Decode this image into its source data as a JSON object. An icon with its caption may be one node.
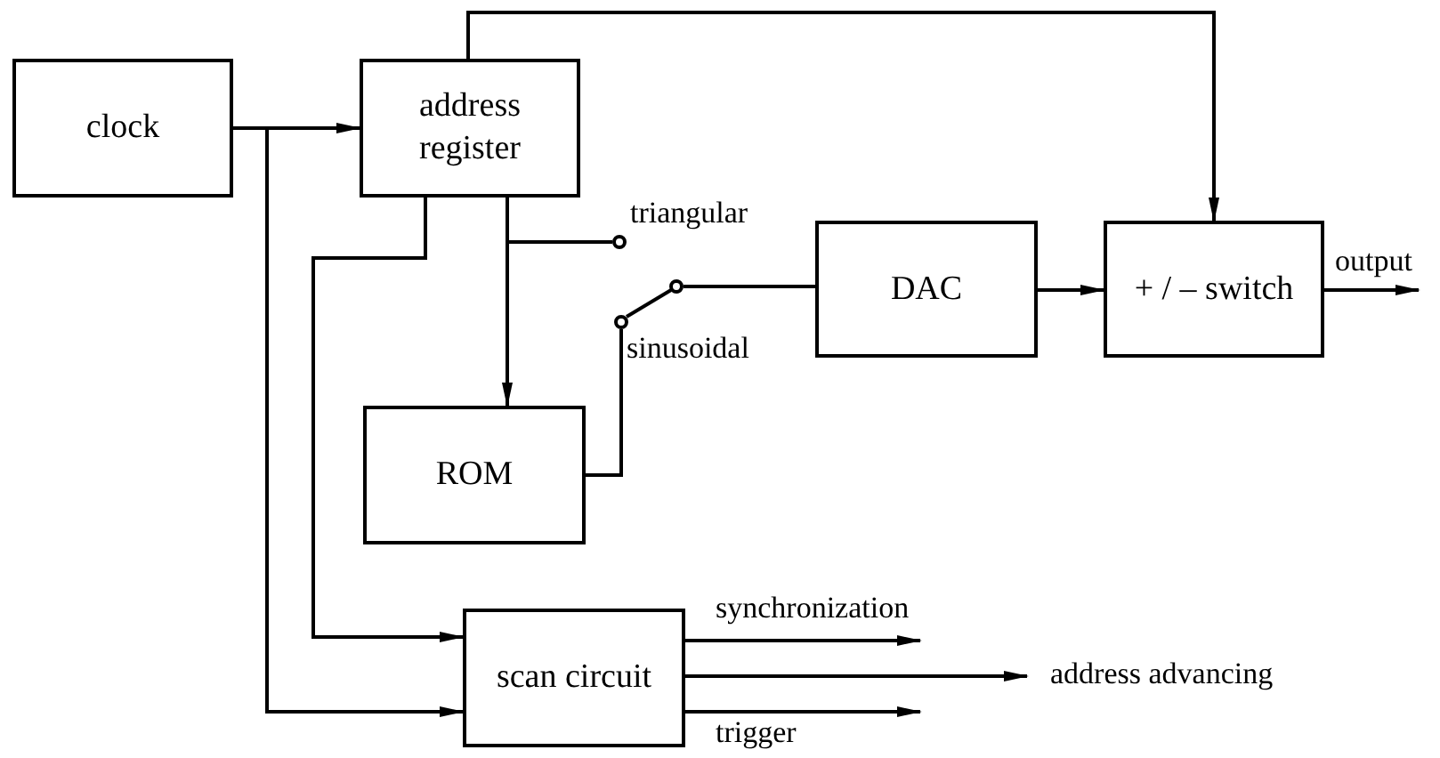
{
  "diagram": {
    "nodes": [
      {
        "text": [
          "clock"
        ]
      },
      {
        "text": [
          "address register"
        ]
      },
      {
        "text": [
          "ROM"
        ]
      },
      {
        "text": [
          "DAC"
        ]
      },
      {
        "text": [
          "+ / – switch"
        ]
      },
      {
        "text": [
          "scan circuit"
        ]
      },
      {
        "text": [],
        "shape": "circle",
        "beside": [
          "triangular"
        ]
      },
      {
        "text": [],
        "shape": "circle",
        "beside": [
          "sinusoidal"
        ]
      },
      {
        "text": [],
        "shape": "circle"
      }
    ],
    "edges": [
      {
        "from": 0,
        "to": 1,
        "arrow": "to"
      },
      {
        "from": 0,
        "to": 5,
        "arrow": "to"
      },
      {
        "from": 1,
        "to": 5,
        "arrow": "to"
      },
      {
        "from": 1,
        "to": 2,
        "arrow": "to"
      },
      {
        "from": 1,
        "to": 6,
        "arrow": "none"
      },
      {
        "from": 2,
        "to": 7,
        "arrow": "none"
      },
      {
        "from": 7,
        "to": 8,
        "arrow": "none"
      },
      {
        "from": 8,
        "to": 3,
        "arrow": "none"
      },
      {
        "from": 3,
        "to": 4,
        "arrow": "to"
      },
      {
        "from": 1,
        "to": 4,
        "arrow": "to"
      },
      {
        "from": 4,
        "to": null,
        "arrow": "to",
        "label": "output"
      },
      {
        "from": 5,
        "to": null,
        "arrow": "to",
        "label": "synchronization"
      },
      {
        "from": 5,
        "to": null,
        "arrow": "to",
        "label": "address advancing"
      },
      {
        "from": 5,
        "to": null,
        "arrow": "to",
        "label": "trigger"
      }
    ]
  }
}
